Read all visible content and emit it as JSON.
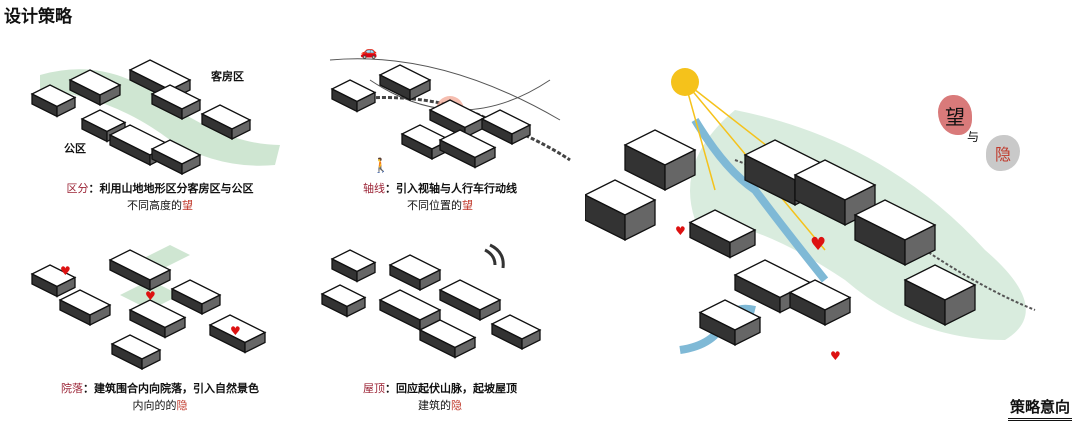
{
  "title": "设计策略",
  "panels": [
    {
      "key": "区分",
      "desc": "：利用山地地形区分客房区与公区",
      "sub": "不同高度的",
      "accent": "望",
      "labels": [
        "客房区",
        "公区"
      ]
    },
    {
      "key": "轴线",
      "desc": "：引入视轴与人行车行动线",
      "sub": "不同位置的",
      "accent": "望"
    },
    {
      "key": "院落",
      "desc": "：建筑围合内向院落，引入自然景色",
      "sub": "内向的的",
      "accent": "隐"
    },
    {
      "key": "屋顶",
      "desc": "：回应起伏山脉，起坡屋顶",
      "sub": "建筑的",
      "accent": "隐"
    }
  ],
  "legend": {
    "wang": "望",
    "yu": "与",
    "yin": "隐"
  },
  "footer": "策略意向",
  "colors": {
    "accent": "#9b2335",
    "green": "#cfe6d2",
    "water": "#7fb9d6",
    "sun": "#f5c21b"
  }
}
